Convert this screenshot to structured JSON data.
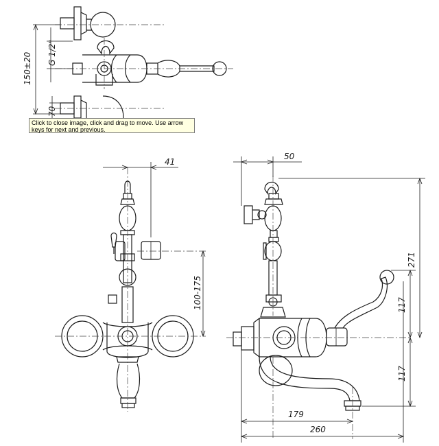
{
  "tooltip": {
    "text": "Click to close image, click and drag to move. Use arrow keys for next and previous."
  },
  "dimensions": {
    "top_height": "150±20",
    "thread": "G 1/2\"",
    "top_small": "70",
    "front_offset": "41",
    "front_height": "100-175",
    "side_offset": "50",
    "side_height": "271",
    "side_upper": "117",
    "side_lower": "117",
    "spout_len": "179",
    "total_len": "260"
  }
}
